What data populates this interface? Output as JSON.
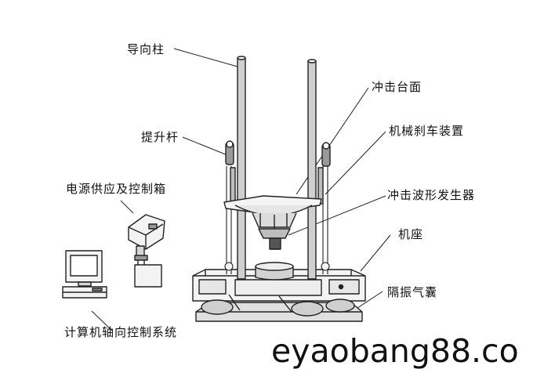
{
  "diagram": {
    "labels": {
      "guide_column": "导向柱",
      "shock_table": "冲击台面",
      "lift_rod": "提升杆",
      "mechanical_brake": "机械刹车装置",
      "power_control_box": "电源供应及控制箱",
      "waveform_generator": "冲击波形发生器",
      "machine_base": "机座",
      "isolation_airbag": "隔振气囊",
      "computer_control_system": "计算机轴向控制系统"
    },
    "watermark": "eyaobang88.co",
    "colors": {
      "line": "#222222",
      "fill_light": "#f2f2f2",
      "fill_mid": "#d6d6d6",
      "fill_dark": "#9a9a9a"
    }
  }
}
